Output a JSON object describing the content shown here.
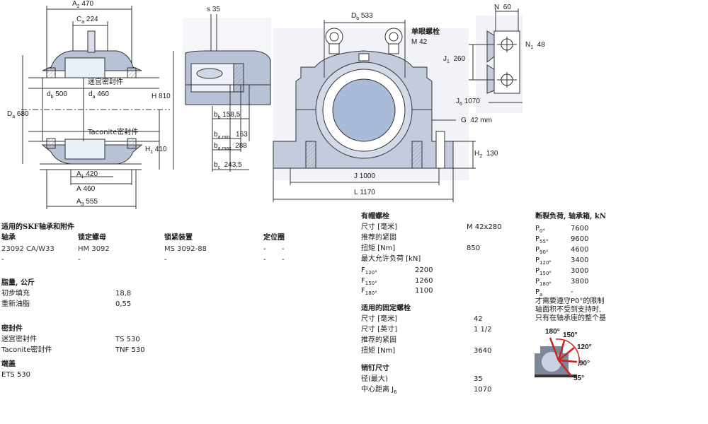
{
  "drawing": {
    "A2": "A",
    "A2_sub": "2",
    "A2_val": "470",
    "Ca": "C",
    "Ca_sub": "a",
    "Ca_val": "224",
    "db": "d",
    "db_sub": "b",
    "db_val": "500",
    "da": "d",
    "da_sub": "a",
    "da_val": "460",
    "Da": "D",
    "Da_sub": "a",
    "Da_val": "680",
    "H": "H",
    "H_val": "810",
    "H1": "H",
    "H1_sub": "1",
    "H1_val": "410",
    "A1": "A",
    "A1_sub": "1",
    "A1_val": "420",
    "A": "A",
    "A_val": "460",
    "A3": "A",
    "A3_sub": "3",
    "A3_val": "555",
    "seal_labyrinth": "迷宫密封件",
    "seal_taconite": "Taconite密封件",
    "s": "s",
    "s_val": "35",
    "bb": "b",
    "bb_sub": "b",
    "bb_val": "158,5",
    "bamin": "b",
    "bamin_sub": "a,min",
    "bamin_val": "163",
    "bamax": "b",
    "bamax_sub": "a,max",
    "bamax_val": "288",
    "bc": "b",
    "bc_sub": "c",
    "bc_val": "243,5",
    "Db": "D",
    "Db_sub": "b",
    "Db_val": "533",
    "eyebolt": "单眼螺栓",
    "eyebolt_size": "M 42",
    "J": "J",
    "J_val": "1000",
    "L": "L",
    "L_val": "1170",
    "G": "G",
    "G_val": "42 mm",
    "H2": "H",
    "H2_sub": "2",
    "H2_val": "130",
    "N": "N",
    "N_val": "60",
    "N1": "N",
    "N1_sub": "1",
    "N1_val": "48",
    "J1": "J",
    "J1_sub": "1",
    "J1_val": "260",
    "J6": "J",
    "J6_sub": "6",
    "J6_val": "1070"
  },
  "bearings": {
    "title": "适用的SKF轴承和附件",
    "headers": [
      "轴承",
      "锁定螺母",
      "锁紧装置",
      "定位圈"
    ],
    "rows": [
      [
        "23092 CA/W33",
        "HM 3092",
        "MS 3092-88",
        "-",
        "-"
      ],
      [
        "-",
        "-",
        "-",
        "-",
        "-"
      ]
    ]
  },
  "grease": {
    "title": "脂量, 公斤",
    "rows": [
      [
        "初步填充",
        "18,8"
      ],
      [
        "重新油脂",
        "0,55"
      ]
    ]
  },
  "seals": {
    "title": "密封件",
    "rows": [
      [
        "迷宫密封件",
        "TS 530"
      ],
      [
        "Taconite密封件",
        "TNF 530"
      ]
    ]
  },
  "endcap": {
    "title": "端盖",
    "value": "ETS 530"
  },
  "capbolts": {
    "title": "有帽螺栓",
    "size_label": "尺寸 [毫米]",
    "size_val": "M 42x280",
    "torque_hdr": "推荐的紧固",
    "torque_label": "扭矩 [Nm]",
    "torque_val": "850",
    "load_label": "最大允许负荷 [kN]",
    "loads": [
      {
        "f": "F",
        "sub": "120°",
        "val": "2200"
      },
      {
        "f": "F",
        "sub": "150°",
        "val": "1260"
      },
      {
        "f": "F",
        "sub": "180°",
        "val": "1100"
      }
    ]
  },
  "fixbolts": {
    "title": "适用的固定螺栓",
    "rows": [
      [
        "尺寸 [毫米]",
        "42"
      ],
      [
        "尺寸 [英寸]",
        "1 1/2"
      ],
      [
        "推荐的紧固",
        ""
      ],
      [
        "扭矩 [Nm]",
        "3640"
      ]
    ]
  },
  "dowel": {
    "title": "销钉尺寸",
    "rows": [
      [
        "径(最大)",
        "35"
      ],
      [
        "中心距离 J",
        "1070"
      ]
    ],
    "j_sub": "6"
  },
  "breaking": {
    "title": "断裂负荷, 轴承箱, kN",
    "rows": [
      {
        "p": "P",
        "sub": "0°",
        "val": "7600"
      },
      {
        "p": "P",
        "sub": "55°",
        "val": "9600"
      },
      {
        "p": "P",
        "sub": "90°",
        "val": "4600"
      },
      {
        "p": "P",
        "sub": "120°",
        "val": "3400"
      },
      {
        "p": "P",
        "sub": "150°",
        "val": "3000"
      },
      {
        "p": "P",
        "sub": "180°",
        "val": "3800"
      },
      {
        "p": "P",
        "sub": "a",
        "val": "-"
      }
    ],
    "note": [
      "才需要遵守P0°的限制",
      "轴面积不受到支持时,",
      "只有在轴承座的整个基"
    ],
    "angles": [
      "180°",
      "150°",
      "120°",
      "90°",
      "55°"
    ]
  }
}
